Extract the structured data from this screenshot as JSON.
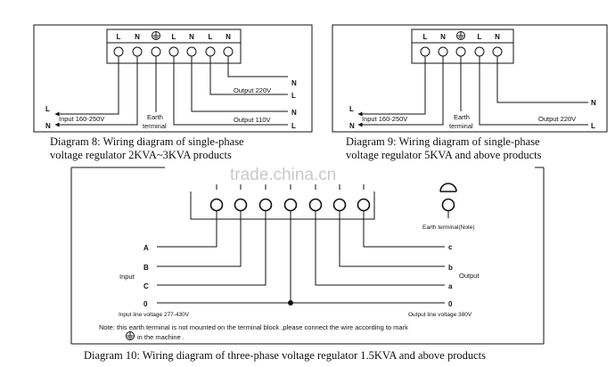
{
  "diagram8": {
    "terminals": [
      "L",
      "N",
      "",
      "L",
      "N",
      "L",
      "N"
    ],
    "outputs": [
      {
        "top": "N",
        "bottom": "L",
        "label": "Output 220V"
      },
      {
        "top": "N",
        "bottom": "L",
        "label": "Output 110V"
      }
    ],
    "input_L": "L",
    "input_N": "N",
    "input_label": "Input 160-250V",
    "earth_line1": "Earth",
    "earth_line2": "terminal",
    "caption_line1": "Diagram 8: Wiring diagram of  single-phase",
    "caption_line2": "voltage regulator 2KVA~3KVA products"
  },
  "diagram9": {
    "terminals": [
      "L",
      "N",
      "",
      "L",
      "N"
    ],
    "output_N": "N",
    "output_L": "L",
    "input_L": "L",
    "input_N": "N",
    "input_label": "Input 160-250V",
    "earth_line1": "Earth",
    "earth_line2": "terminal",
    "output_label": "Output 220V",
    "caption_line1": "Diagram 9: Wiring diagram of single-phase",
    "caption_line2": "voltage regulator 5KVA and above products"
  },
  "diagram10": {
    "earth_note": "Earth terminal(Note)",
    "input_rows": [
      "A",
      "B",
      "C",
      "0"
    ],
    "output_rows": [
      "c",
      "b",
      "a",
      "0"
    ],
    "input_label": "Input",
    "output_label": "Output",
    "input_voltage": "Input line voltage 277-430V",
    "output_voltage": "Output line voltage 380V",
    "note_line1": "Note: this earth terminal is not mounted on the terminal block ,please connect the wire according to mark",
    "note_line2": "in the machine .",
    "caption": "Diagram 10: Wiring diagram of  three-phase voltage regulator 1.5KVA and above products"
  },
  "watermark": "trade.china.cn"
}
